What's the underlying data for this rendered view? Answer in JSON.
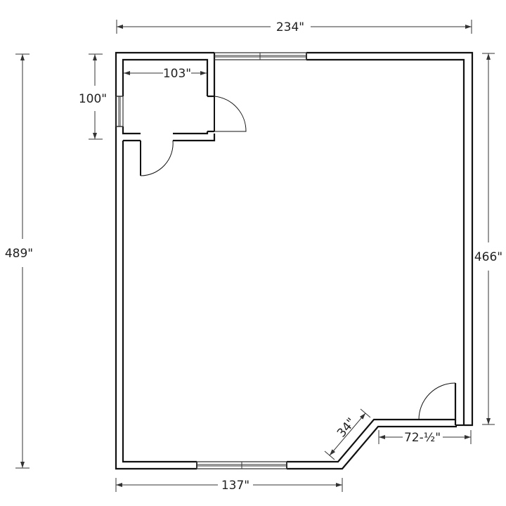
{
  "diagram": {
    "dimensions": {
      "overall_width": "234\"",
      "overall_height": "489\"",
      "right_wall": "466\"",
      "bottom_wall": "137\"",
      "closet_width": "103\"",
      "closet_height": "100\"",
      "angled_wall": "34\"",
      "notch_width": "72-½\""
    },
    "colors": {
      "wall": "#111111",
      "line": "#333333",
      "text": "#222222",
      "background": "#ffffff"
    }
  }
}
